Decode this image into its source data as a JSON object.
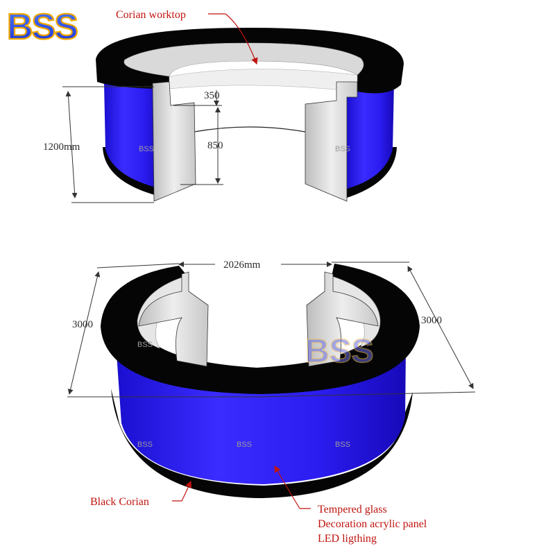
{
  "logo": {
    "text": "BSS"
  },
  "watermark": {
    "text": "BSS"
  },
  "colors": {
    "glass": "#2b1cf0",
    "corian": "#050505",
    "worktop": "#e6e6e6",
    "label": "#c0140f"
  },
  "top_view": {
    "label_worktop": "Corian worktop",
    "dim_total_height": "1200mm",
    "dim_upper": "350",
    "dim_lower": "850"
  },
  "bottom_view": {
    "dim_width": "2026mm",
    "dim_depth_left": "3000",
    "dim_depth_right": "3000",
    "label_base": "Black Corian",
    "label_panel_line1": "Tempered glass",
    "label_panel_line2": "Decoration acrylic panel",
    "label_panel_line3": "LED ligthing"
  }
}
